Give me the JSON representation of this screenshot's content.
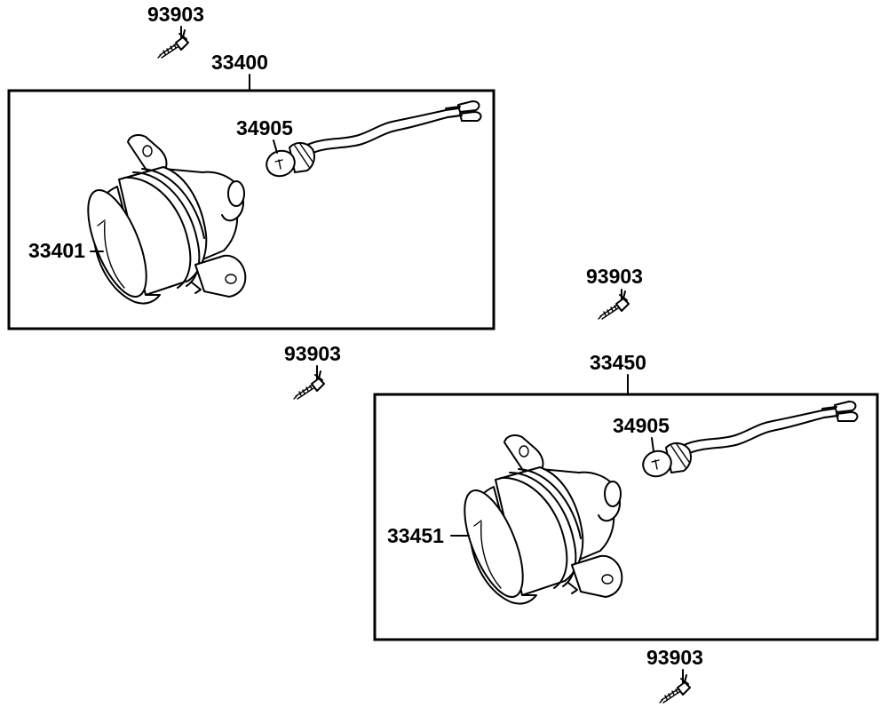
{
  "labels": {
    "screw_top": "93903",
    "assembly_left": "33400",
    "bulb_left": "34905",
    "lamp_left": "33401",
    "screw_right_upper": "93903",
    "screw_left_lower": "93903",
    "assembly_right": "33450",
    "bulb_right": "34905",
    "lamp_right": "33451",
    "screw_bottom": "93903"
  },
  "colors": {
    "line": "#000000",
    "background": "#ffffff"
  },
  "icons": [
    "screw-icon",
    "lamp-housing-icon",
    "bulb-icon",
    "wire-harness-icon"
  ]
}
